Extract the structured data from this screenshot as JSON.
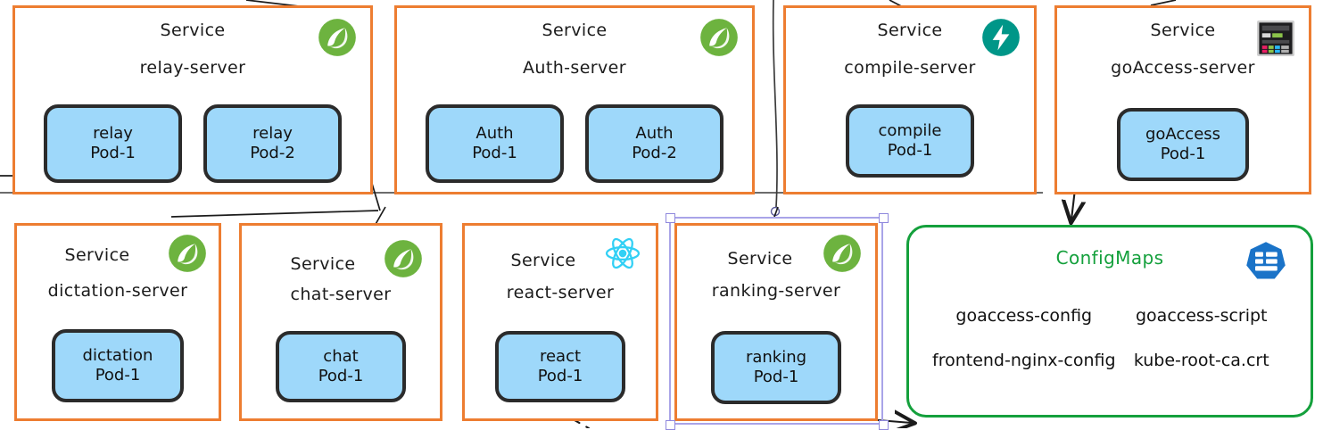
{
  "diagram": {
    "type": "kubernetes-architecture",
    "title_label": "Service",
    "accent_service_border": "#ed7d31",
    "accent_pod_fill": "#9ed8fa",
    "accent_pod_border": "#2b2b2b",
    "accent_configmap": "#14a03c",
    "selection_color": "#a9a4e8"
  },
  "services": [
    {
      "kind": "Service",
      "name": "relay-server",
      "icon": "spring-boot-icon",
      "selected": false,
      "pods": [
        {
          "app": "relay",
          "instance": "Pod-1"
        },
        {
          "app": "relay",
          "instance": "Pod-2"
        }
      ]
    },
    {
      "kind": "Service",
      "name": "Auth-server",
      "icon": "spring-boot-icon",
      "selected": false,
      "pods": [
        {
          "app": "Auth",
          "instance": "Pod-1"
        },
        {
          "app": "Auth",
          "instance": "Pod-2"
        }
      ]
    },
    {
      "kind": "Service",
      "name": "compile-server",
      "icon": "fastapi-icon",
      "selected": false,
      "pods": [
        {
          "app": "compile",
          "instance": "Pod-1"
        }
      ]
    },
    {
      "kind": "Service",
      "name": "goAccess-server",
      "icon": "goaccess-dashboard-icon",
      "selected": false,
      "pods": [
        {
          "app": "goAccess",
          "instance": "Pod-1"
        }
      ]
    },
    {
      "kind": "Service",
      "name": "dictation-server",
      "icon": "spring-boot-icon",
      "selected": false,
      "pods": [
        {
          "app": "dictation",
          "instance": "Pod-1"
        }
      ]
    },
    {
      "kind": "Service",
      "name": "chat-server",
      "icon": "spring-boot-icon",
      "selected": false,
      "pods": [
        {
          "app": "chat",
          "instance": "Pod-1"
        }
      ]
    },
    {
      "kind": "Service",
      "name": "react-server",
      "icon": "react-icon",
      "selected": false,
      "pods": [
        {
          "app": "react",
          "instance": "Pod-1"
        }
      ]
    },
    {
      "kind": "Service",
      "name": "ranking-server",
      "icon": "spring-boot-icon",
      "selected": true,
      "pods": [
        {
          "app": "ranking",
          "instance": "Pod-1"
        }
      ]
    }
  ],
  "configmaps": {
    "title": "ConfigMaps",
    "icon": "kubernetes-configmap-icon",
    "items": [
      "goaccess-config",
      "goaccess-script",
      "frontend-nginx-config",
      "kube-root-ca.crt"
    ]
  }
}
